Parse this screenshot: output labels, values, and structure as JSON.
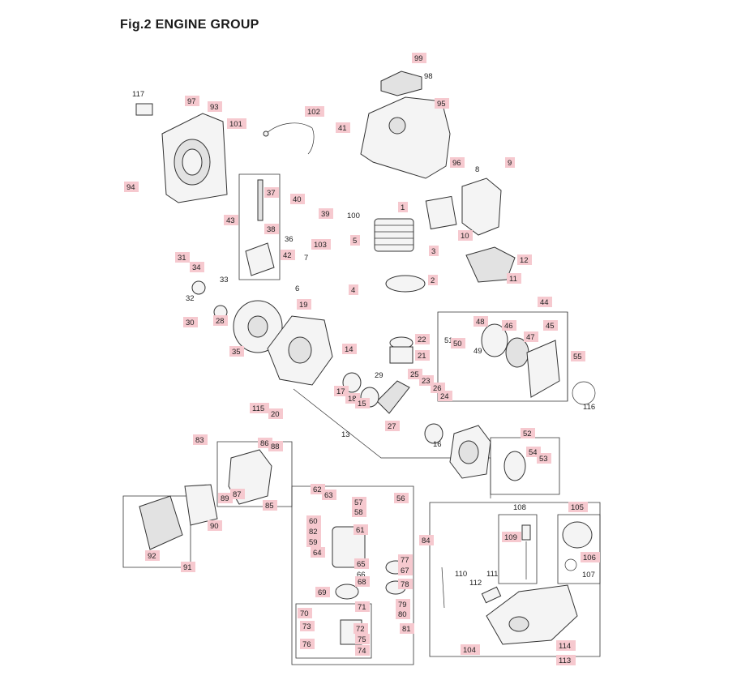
{
  "title": "Fig.2  ENGINE GROUP",
  "colors": {
    "label_highlight": "#f6c9cf",
    "line": "#333333",
    "text": "#222222"
  },
  "part_labels": [
    "117",
    "97",
    "93",
    "101",
    "94",
    "102",
    "41",
    "99",
    "98",
    "95",
    "96",
    "8",
    "9",
    "37",
    "40",
    "39",
    "100",
    "43",
    "38",
    "36",
    "103",
    "5",
    "3",
    "1",
    "10",
    "12",
    "11",
    "31",
    "34",
    "33",
    "42",
    "7",
    "32",
    "6",
    "4",
    "2",
    "30",
    "28",
    "19",
    "35",
    "14",
    "29",
    "22",
    "21",
    "25",
    "23",
    "26",
    "24",
    "17",
    "18",
    "15",
    "27",
    "13",
    "115",
    "20",
    "44",
    "48",
    "46",
    "45",
    "51",
    "50",
    "49",
    "47",
    "55",
    "116",
    "83",
    "86",
    "88",
    "87",
    "89",
    "85",
    "90",
    "92",
    "91",
    "52",
    "54",
    "53",
    "16",
    "62",
    "63",
    "60",
    "82",
    "59",
    "64",
    "56",
    "57",
    "58",
    "61",
    "65",
    "66",
    "68",
    "69",
    "77",
    "67",
    "78",
    "70",
    "71",
    "79",
    "80",
    "73",
    "72",
    "75",
    "76",
    "74",
    "81",
    "84",
    "108",
    "109",
    "105",
    "106",
    "107",
    "110",
    "112",
    "111",
    "104",
    "114",
    "113"
  ]
}
